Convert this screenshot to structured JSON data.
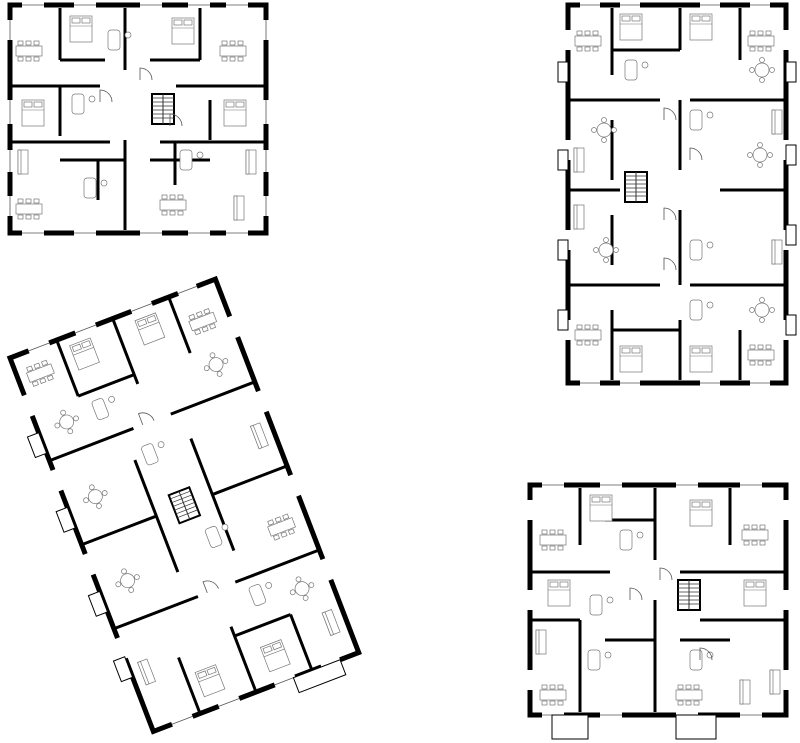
{
  "drawing": {
    "type": "architectural floor plan sheet",
    "plans": [
      {
        "id": "plan-a",
        "shape": "square",
        "orientation": "upright",
        "stair": "center"
      },
      {
        "id": "plan-b",
        "shape": "rectangle",
        "orientation": "upright",
        "stair": "center"
      },
      {
        "id": "plan-c",
        "shape": "rectangle",
        "orientation": "rotated",
        "stair": "center"
      },
      {
        "id": "plan-d",
        "shape": "square",
        "orientation": "upright",
        "stair": "center"
      }
    ],
    "colors": {
      "wall": "#000000",
      "line": "#555555",
      "furniture": "#777777",
      "background": "#ffffff"
    }
  }
}
